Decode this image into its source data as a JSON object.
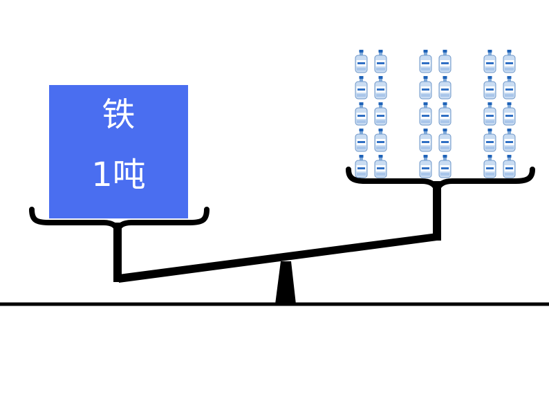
{
  "iron_block": {
    "material": "铁",
    "weight": "1吨",
    "fill_color": "#4a6ef0",
    "text_color": "#ffffff"
  },
  "water_jugs": {
    "group_count": 3,
    "columns_per_group": 2,
    "rows": 5,
    "cap_color": "#1f63b8",
    "body_color": "#c9dcf2",
    "label_color": "#2f6fc4"
  },
  "scale": {
    "line_color": "#000000",
    "tilt": "left side down"
  }
}
